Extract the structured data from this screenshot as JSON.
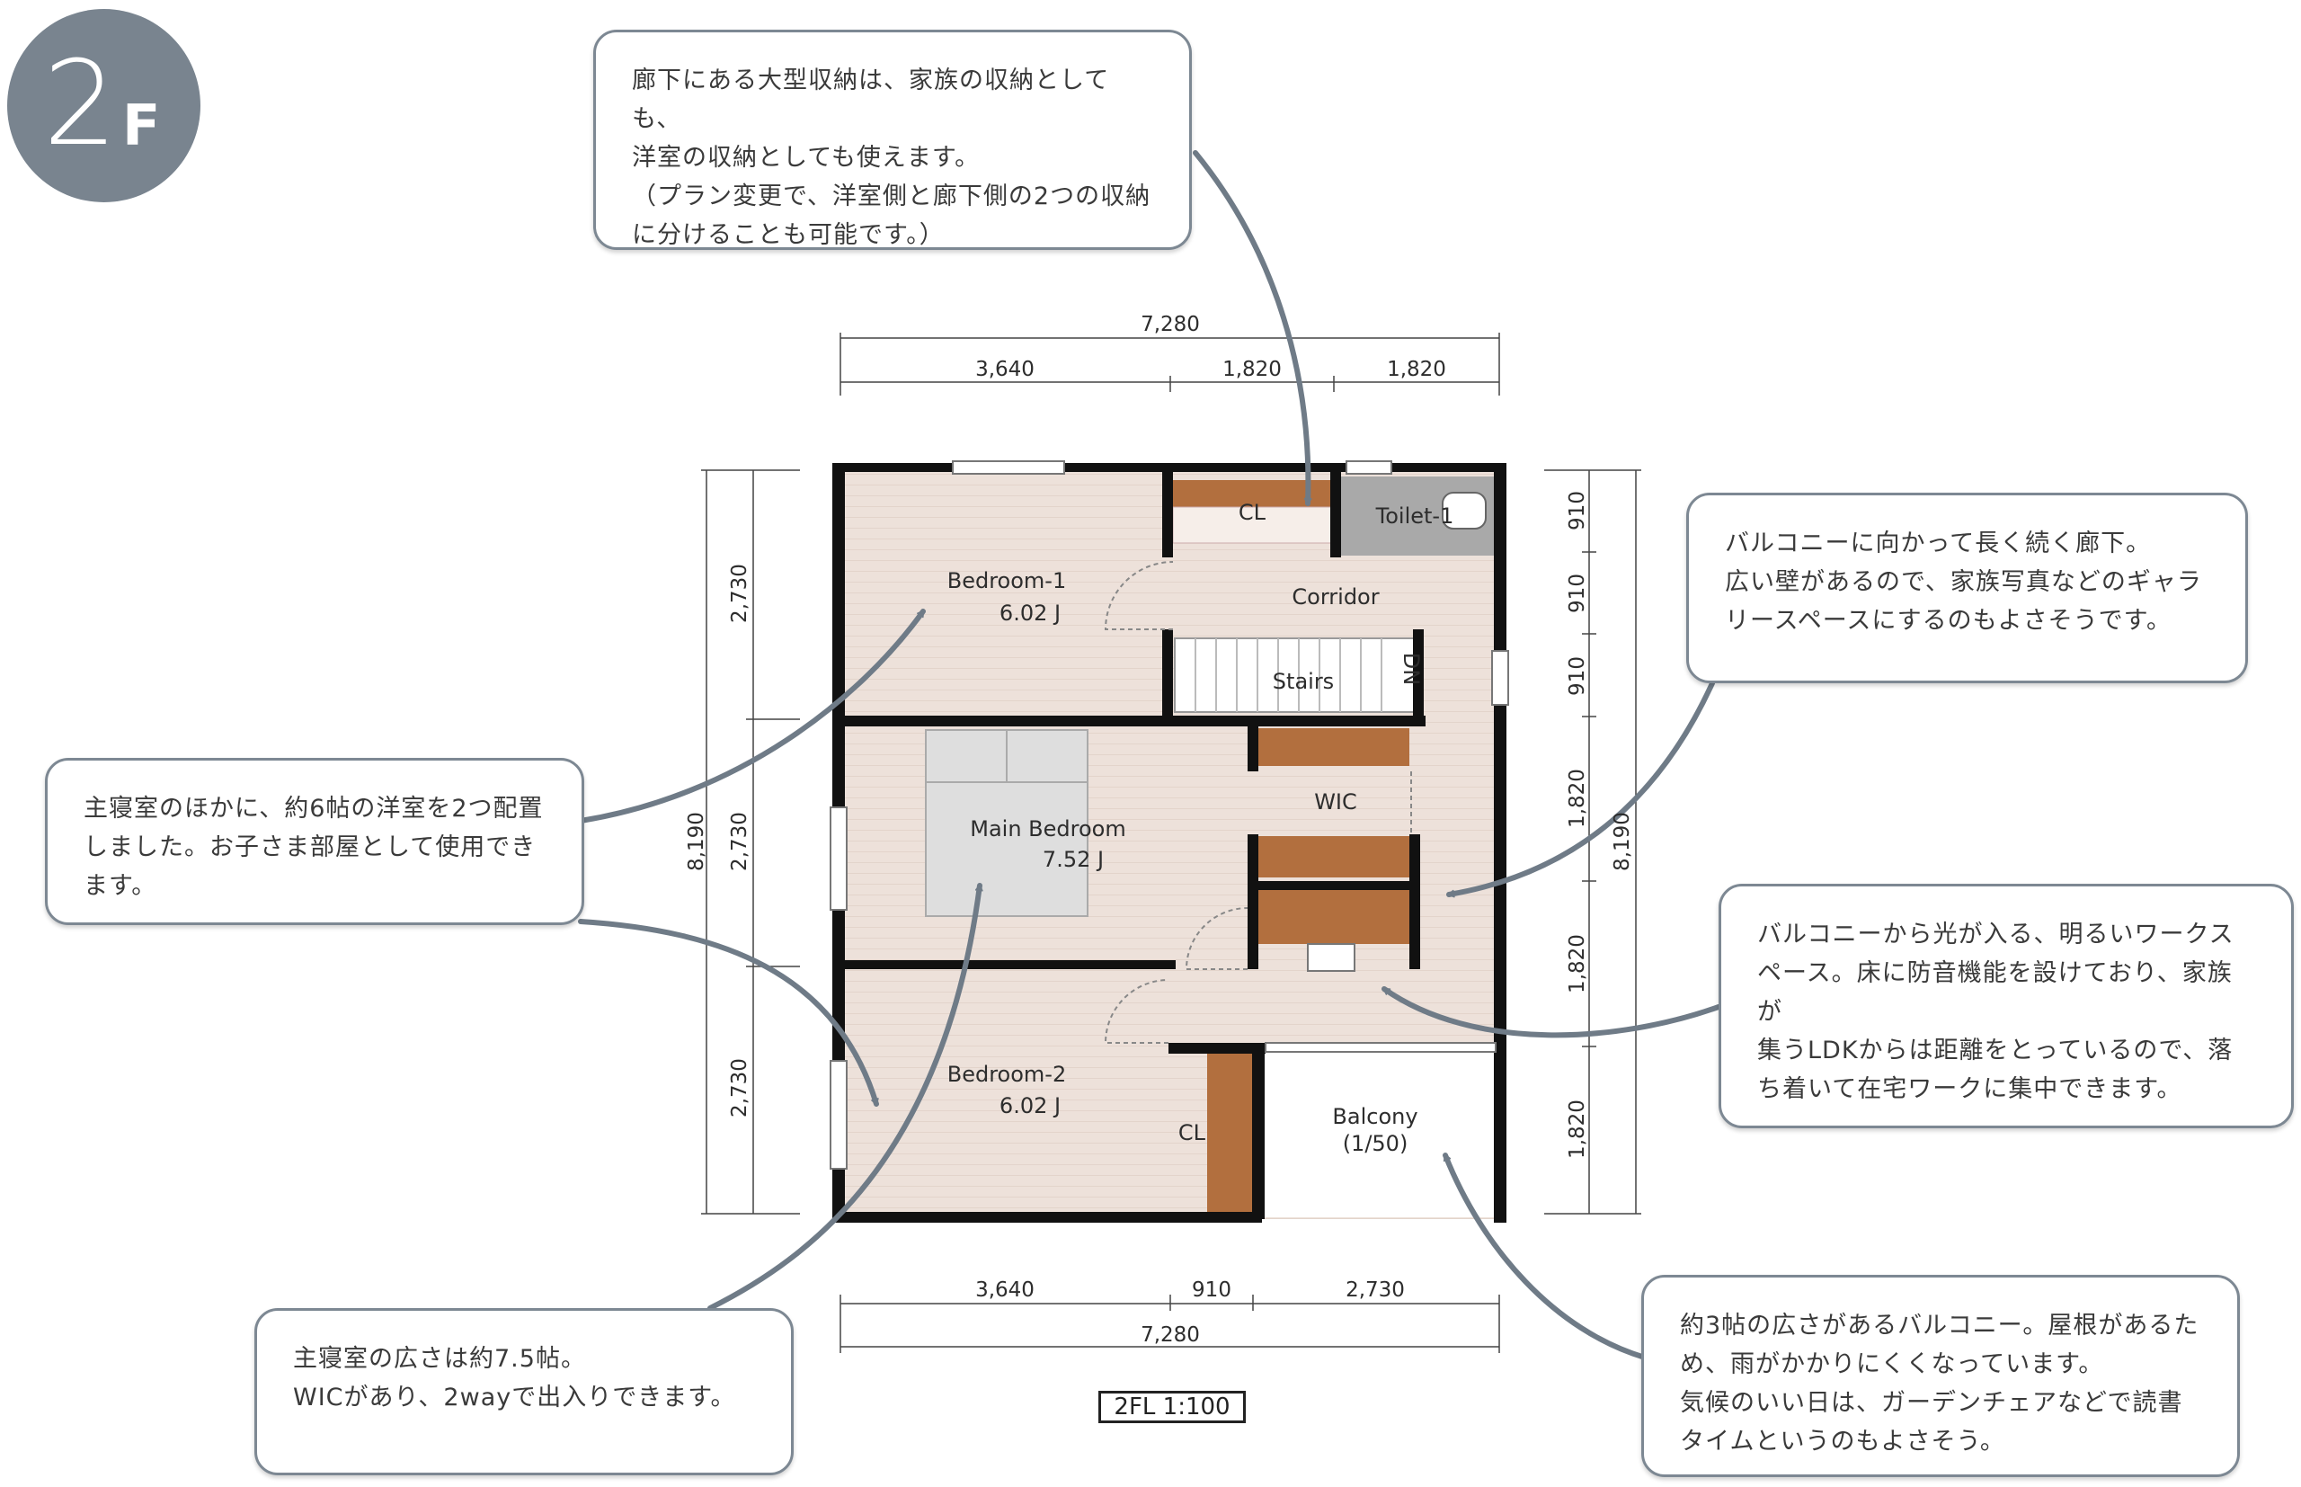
{
  "floor_badge": {
    "number": "2",
    "suffix": "F"
  },
  "callouts": {
    "storage": "廊下にある大型収納は、家族の収納としても、\n洋室の収納としても使えます。\n（プラン変更で、洋室側と廊下側の2つの収納\nに分けることも可能です。）",
    "corridor": "バルコニーに向かって長く続く廊下。\n広い壁があるので、家族写真などのギャラ\nリースペースにするのもよさそうです。",
    "bedrooms": "主寝室のほかに、約6帖の洋室を2つ配置\nしました。お子さま部屋として使用でき\nます。",
    "workspace": "バルコニーから光が入る、明るいワークス\nペース。床に防音機能を設けており、家族が\n集うLDKからは距離をとっているので、落\nち着いて在宅ワークに集中できます。",
    "main_bedroom": "主寝室の広さは約7.5帖。\nWICがあり、2wayで出入りできます。",
    "balcony": "約3帖の広さがあるバルコニー。屋根があるた\nめ、雨がかかりにくくなっています。\n気候のいい日は、ガーデンチェアなどで読書\nタイムというのもよさそう。"
  },
  "rooms": {
    "bedroom1_name": "Bedroom-1",
    "bedroom1_size": "6.02 J",
    "main_name": "Main Bedroom",
    "main_size": "7.52 J",
    "bedroom2_name": "Bedroom-2",
    "bedroom2_size": "6.02 J",
    "cl_top": "CL",
    "cl_bottom": "CL",
    "toilet": "Toilet-1",
    "corridor": "Corridor",
    "stairs": "Stairs",
    "dn": "DN",
    "wic": "WIC",
    "balcony_name": "Balcony",
    "balcony_slope": "(1/50)"
  },
  "dimensions": {
    "top_total": "7,280",
    "top_a": "3,640",
    "top_b": "1,820",
    "top_c": "1,820",
    "bottom_a": "3,640",
    "bottom_b": "910",
    "bottom_c": "2,730",
    "bottom_total": "7,280",
    "left_total": "8,190",
    "left_a": "2,730",
    "left_b": "2,730",
    "left_c": "2,730",
    "right_total": "8,190",
    "right_a": "910",
    "right_b": "910",
    "right_c": "910",
    "right_d": "1,820",
    "right_e": "1,820",
    "right_f": "1,820"
  },
  "scale_label": "2FL  1:100",
  "colors": {
    "badge": "#79848f",
    "floor": "#ede1da",
    "wall": "#111111",
    "storage": "#b26f3e",
    "arrow": "#6f7b87",
    "toilet": "#a9a9a9"
  }
}
